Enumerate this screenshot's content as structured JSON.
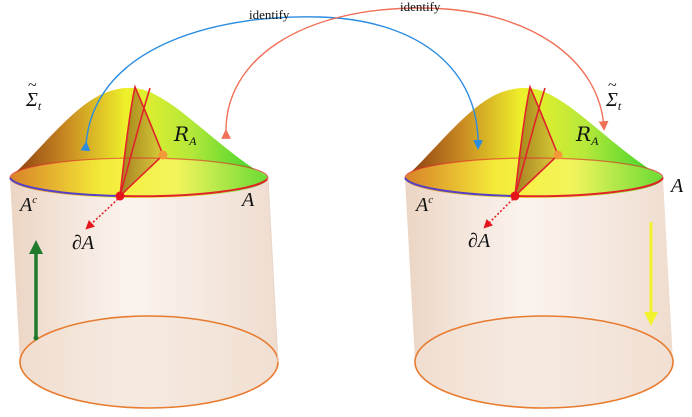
{
  "labels": {
    "identify_left": "identify",
    "identify_right": "identify",
    "sigma_left": "Σ",
    "sigma_left_sub": "t",
    "sigma_right": "Σ",
    "sigma_right_sub": "t",
    "region_left": "R",
    "region_left_sub": "A",
    "region_right": "R",
    "region_right_sub": "A",
    "a_left": "A",
    "a_right": "A",
    "ac_left": "A",
    "ac_left_sup": "c",
    "ac_right": "A",
    "ac_right_sup": "c",
    "boundary_left": "∂A",
    "boundary_right": "∂A"
  },
  "colors": {
    "identify_blue": "#2b8ce0",
    "identify_salmon": "#f07058",
    "cylinder_fill": "#f5e6dc",
    "cylinder_rim": "#e77b2f",
    "region_a_edge": "#e0242a",
    "region_ac_edge": "#5540c8",
    "marker_red": "#e4151b",
    "marker_orange": "#f29a3a",
    "arrow_green": "#1f7a2c",
    "arrow_yellow": "#f2f230"
  }
}
